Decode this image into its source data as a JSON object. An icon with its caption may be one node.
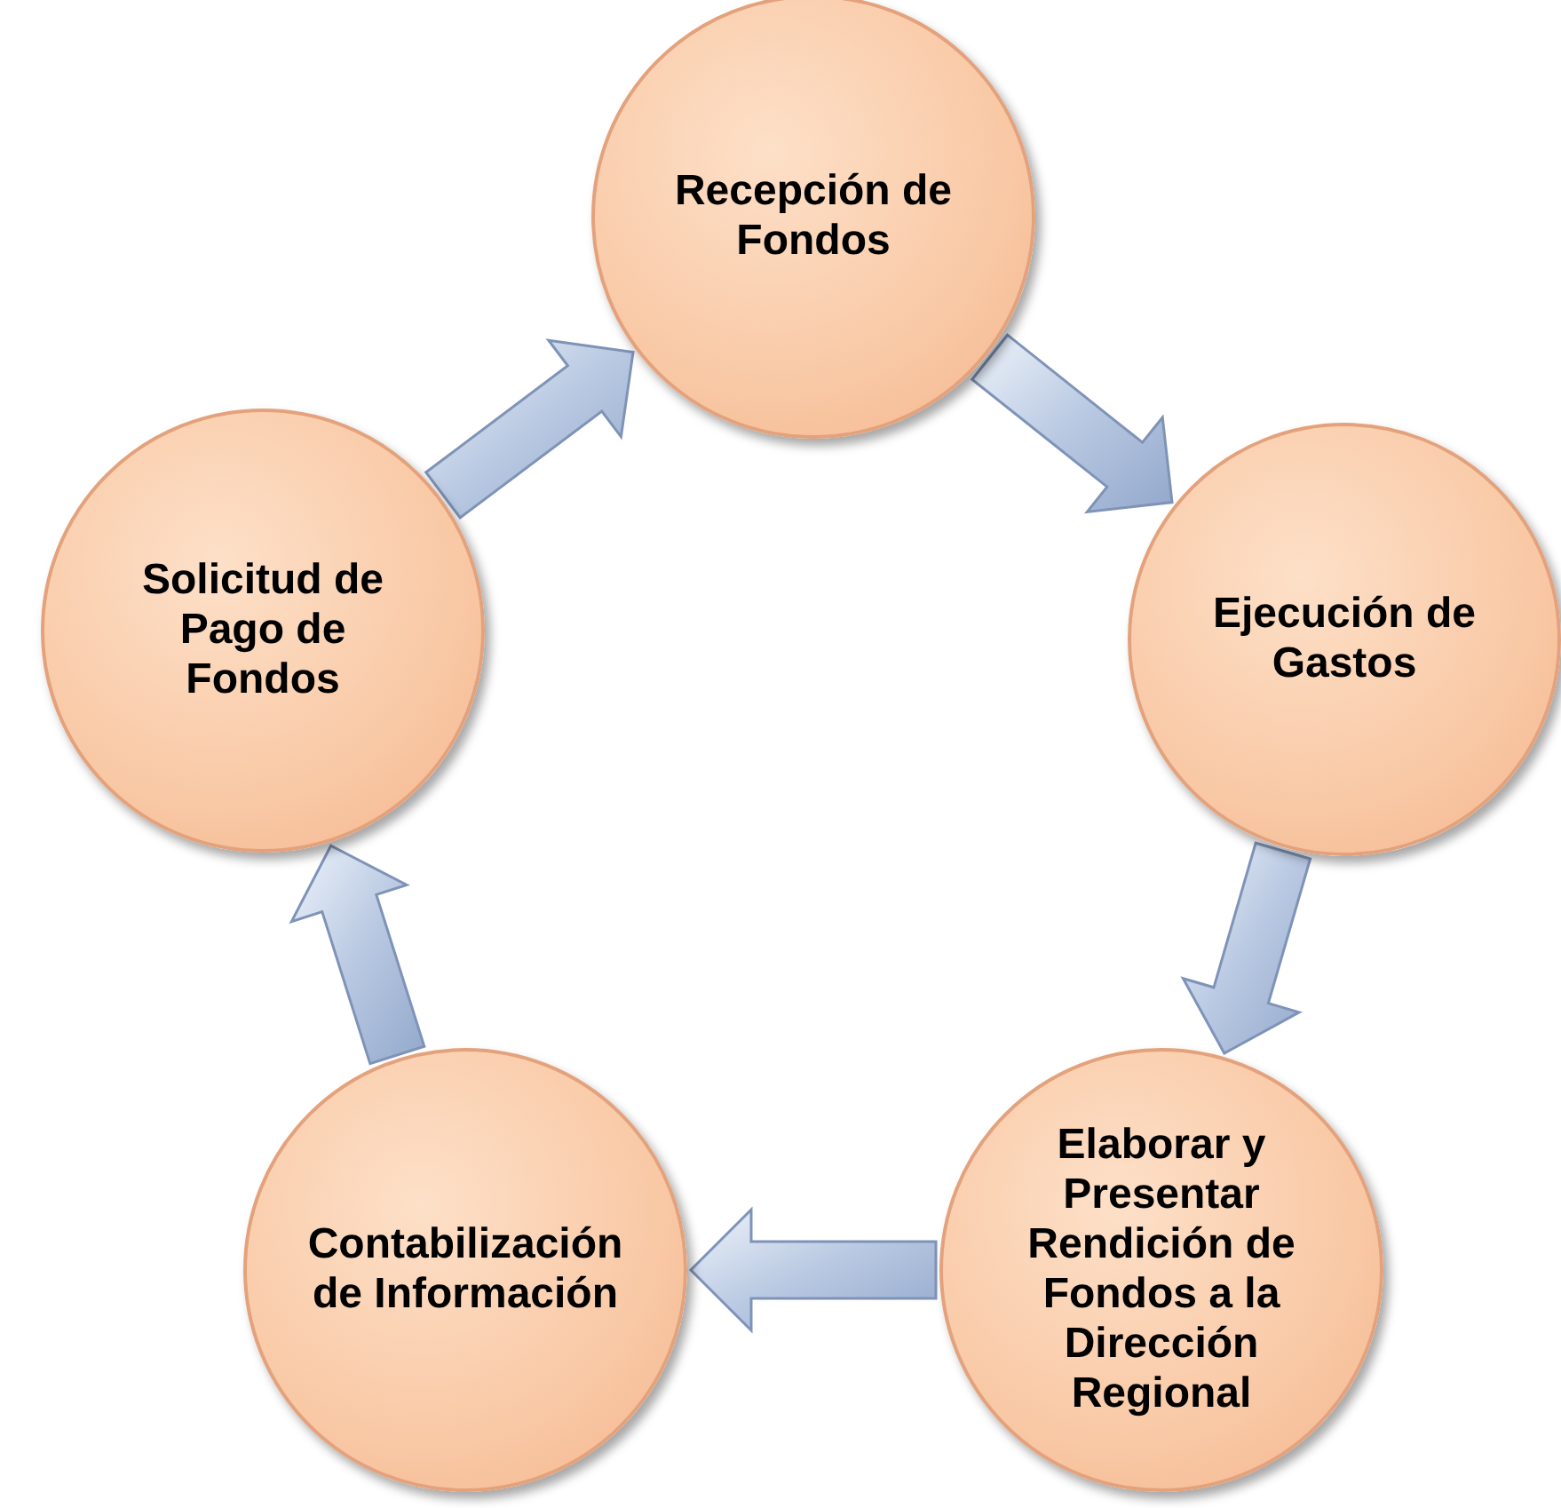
{
  "diagram": {
    "nodes": [
      {
        "text": [
          "Recepción de Fondos"
        ]
      },
      {
        "text": [
          "Ejecución de Gastos"
        ]
      },
      {
        "text": [
          "Elaborar y Presentar Rendición de Fondos a la Dirección Regional"
        ]
      },
      {
        "text": [
          "Contabilización de Información"
        ]
      },
      {
        "text": [
          "Solicitud de Pago de Fondos"
        ]
      }
    ],
    "edges": [
      {
        "from": 0,
        "to": 1,
        "arrow": "to"
      },
      {
        "from": 1,
        "to": 2,
        "arrow": "to"
      },
      {
        "from": 2,
        "to": 3,
        "arrow": "to"
      },
      {
        "from": 3,
        "to": 4,
        "arrow": "to"
      },
      {
        "from": 4,
        "to": 0,
        "arrow": "to"
      }
    ]
  }
}
